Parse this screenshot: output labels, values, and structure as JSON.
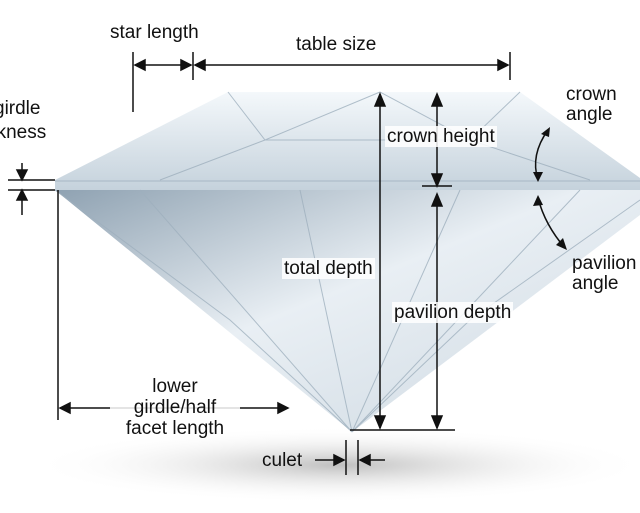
{
  "labels": {
    "star_length": "star length",
    "table_size": "table size",
    "girdle_thickness_1": "girdle",
    "girdle_thickness_2": "thickness",
    "crown_height": "crown height",
    "crown_angle_1": "crown",
    "crown_angle_2": "angle",
    "total_depth": "total depth",
    "pavilion_depth": "pavilion depth",
    "pavilion_angle_1": "pavilion",
    "pavilion_angle_2": "angle",
    "lower_girdle_1": "lower",
    "lower_girdle_2": "girdle/half",
    "lower_girdle_3": "facet length",
    "culet": "culet"
  },
  "colors": {
    "line": "#111111",
    "diamond_light": "#eef3f7",
    "diamond_mid": "#b9c7d3",
    "diamond_dark": "#6d7f8f"
  }
}
